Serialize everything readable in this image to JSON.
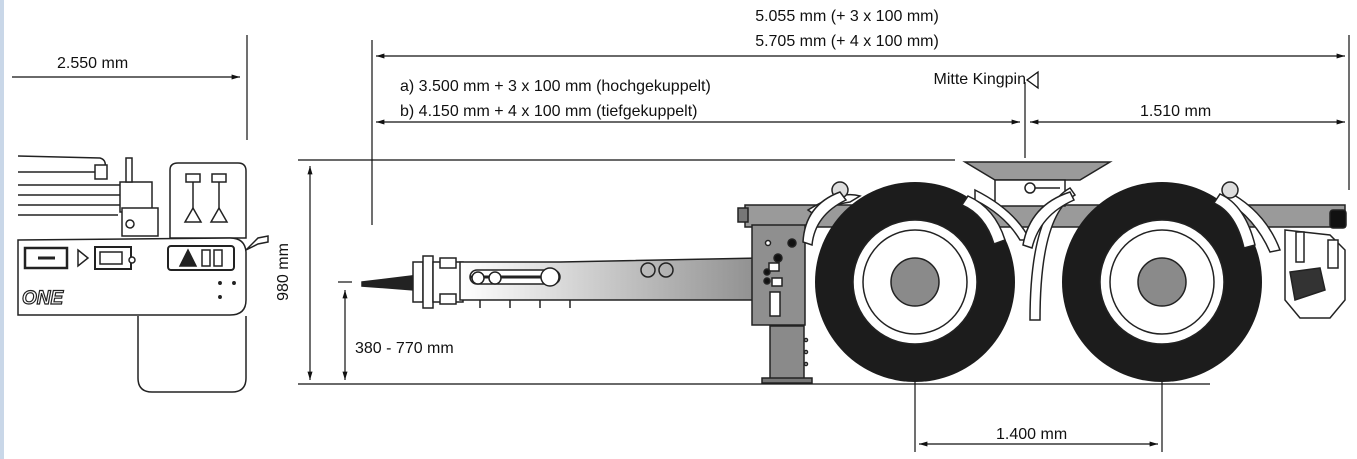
{
  "dimensions": {
    "overall_a": "5.055 mm (+ 3 x 100 mm)",
    "overall_b": "5.705 mm (+ 4 x 100 mm)",
    "width": "2.550 mm",
    "drawbar_a": "a) 3.500 mm + 3 x 100 mm (hochgekuppelt)",
    "drawbar_b": "b) 4.150 mm + 4 x 100 mm (tiefgekuppelt)",
    "kingpin_label": "Mitte Kingpin",
    "kingpin_rear": "1.510 mm",
    "height": "980 mm",
    "coupling_height": "380 - 770 mm",
    "axle_spacing": "1.400 mm"
  },
  "brand_fragment": "ONE",
  "colors": {
    "line": "#111111",
    "tire": "#1c1c1c",
    "frame": "#9a9a9a",
    "hub": "#8a8a8a",
    "edge": "#c9d7e8"
  }
}
